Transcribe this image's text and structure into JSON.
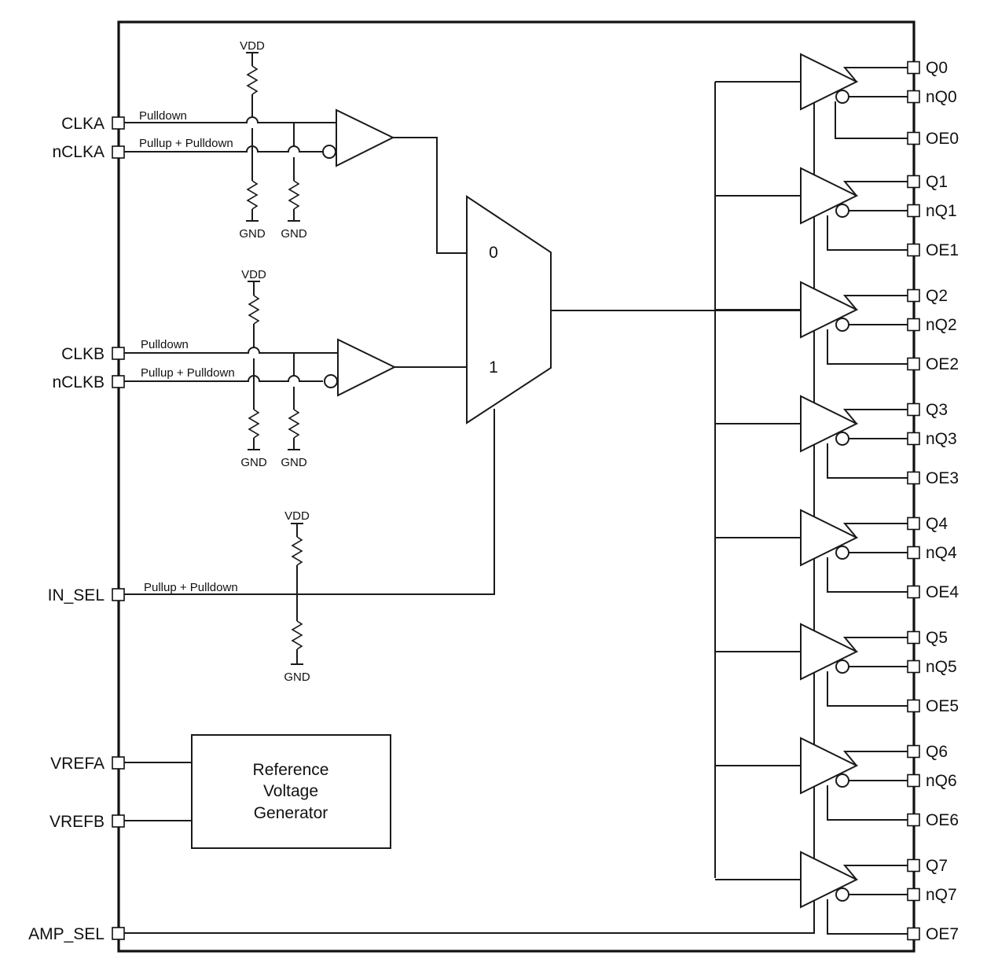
{
  "input_pins": {
    "clka": "CLKA",
    "nclka": "nCLKA",
    "clkb": "CLKB",
    "nclkb": "nCLKB",
    "in_sel": "IN_SEL",
    "vrefa": "VREFA",
    "vrefb": "VREFB",
    "amp_sel": "AMP_SEL"
  },
  "bias_labels": {
    "clka": "Pulldown",
    "nclka": "Pullup + Pulldown",
    "clkb": "Pulldown",
    "nclkb": "Pullup + Pulldown",
    "in_sel": "Pullup + Pulldown"
  },
  "supply": {
    "vdd": "VDD",
    "gnd": "GND"
  },
  "mux": {
    "input0": "0",
    "input1": "1"
  },
  "reference_block": [
    "Reference",
    "Voltage",
    "Generator"
  ],
  "outputs": [
    {
      "q": "Q0",
      "nq": "nQ0",
      "oe": "OE0"
    },
    {
      "q": "Q1",
      "nq": "nQ1",
      "oe": "OE1"
    },
    {
      "q": "Q2",
      "nq": "nQ2",
      "oe": "OE2"
    },
    {
      "q": "Q3",
      "nq": "nQ3",
      "oe": "OE3"
    },
    {
      "q": "Q4",
      "nq": "nQ4",
      "oe": "OE4"
    },
    {
      "q": "Q5",
      "nq": "nQ5",
      "oe": "OE5"
    },
    {
      "q": "Q6",
      "nq": "nQ6",
      "oe": "OE6"
    },
    {
      "q": "Q7",
      "nq": "nQ7",
      "oe": "OE7"
    }
  ]
}
